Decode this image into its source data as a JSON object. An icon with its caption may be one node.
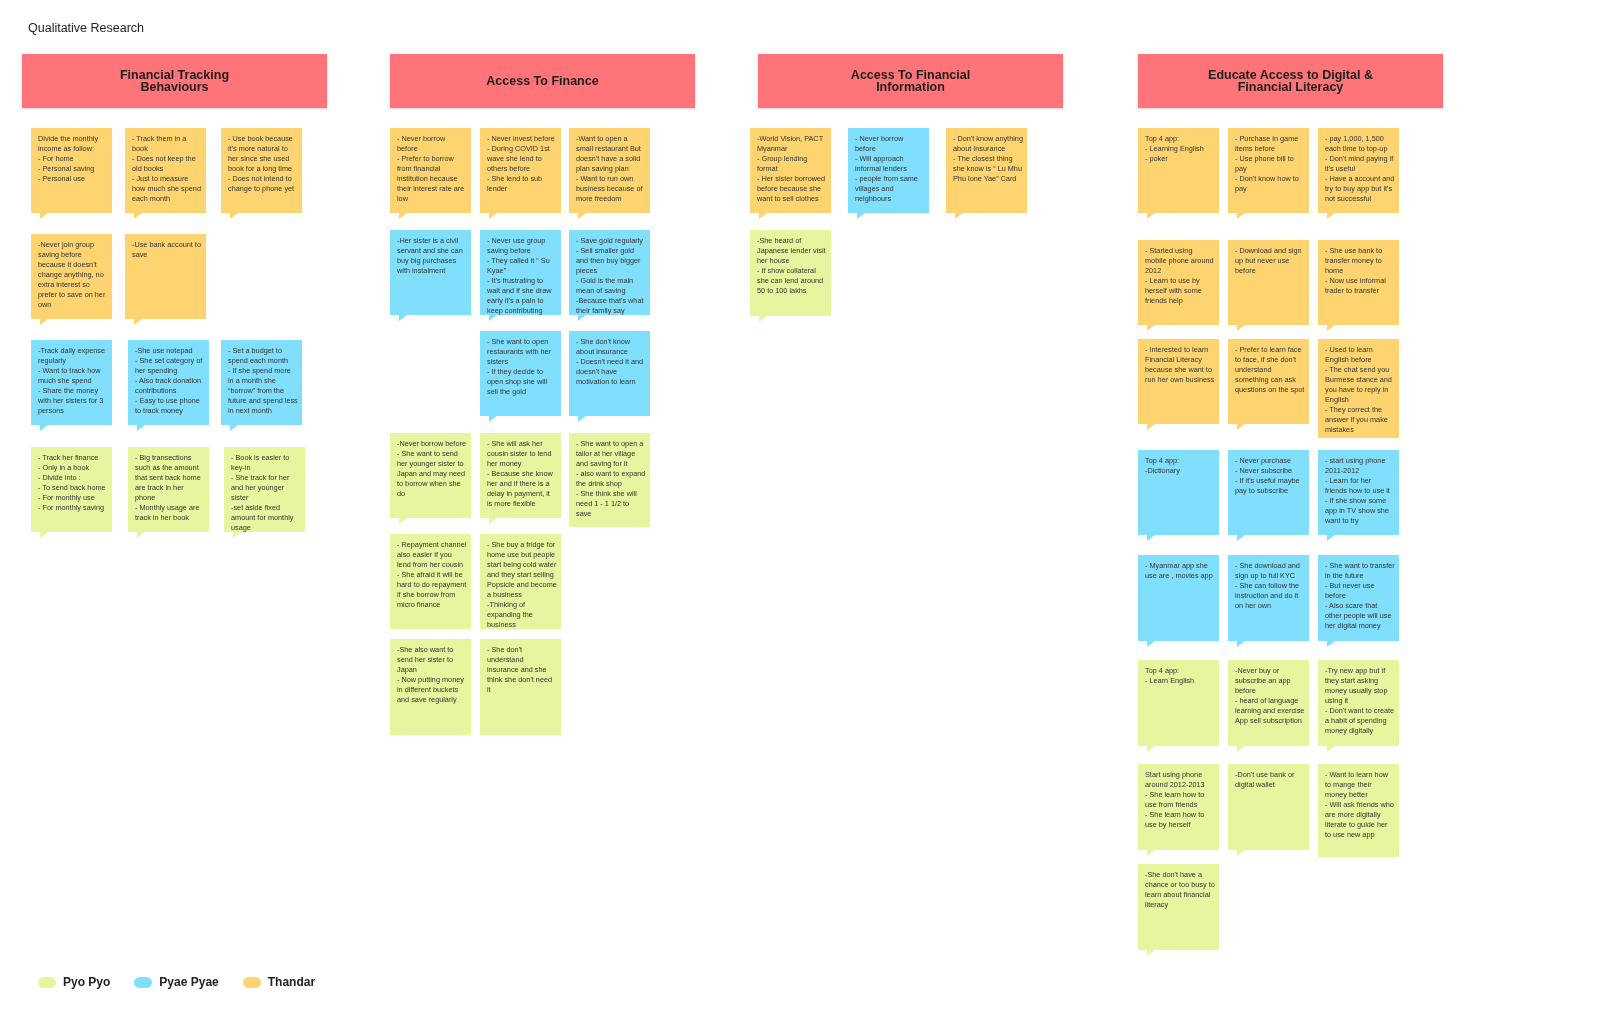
{
  "diagram": {
    "title": "Qualitative Research",
    "nodes": [
      {
        "text": [
          "Financial Tracking Behaviours"
        ]
      },
      {
        "text": [
          "Divide the monthly income as follow:",
          "- For home",
          "- Personal saving",
          "- Personal use"
        ]
      },
      {
        "text": [
          "- Track them in a book",
          "- Does not keep the old books",
          "- Just to measure how much she spend each month"
        ]
      },
      {
        "text": [
          "- Use book because it's more natural to her since she used book for a long time",
          "- Does not intend to change to phone yet"
        ]
      },
      {
        "text": [
          "-Never join group saving before because it doesn't change anything, no extra interest so prefer to save on her own"
        ]
      },
      {
        "text": [
          "-Use bank account to save"
        ]
      },
      {
        "text": [
          "-Track daily expense regularly",
          "- Want to track how much she spend",
          "- Share the money with her sisters for 3 persons"
        ]
      },
      {
        "text": [
          "-She use notepad",
          "- She set category of her spending",
          "- Also track donation contributions",
          "- Easy to use phone to track money"
        ]
      },
      {
        "text": [
          "- Set a budget to spend each month",
          "- If she spend more in a month she “borrow” from the future and spend less in next month"
        ]
      },
      {
        "text": [
          "- Track her finance",
          "- Only in a book",
          "- Divide into :",
          "- To send back home",
          "- For monthly use",
          "- For monthly saving"
        ]
      },
      {
        "text": [
          "- Big transections such as the amount that sent back home are track in her phone",
          "- Monthly usage are track in her book"
        ]
      },
      {
        "text": [
          "- Book is easier to key-in",
          "- She track for her and her younger sister",
          "-set aside fixed amount for monthly usage"
        ]
      },
      {
        "text": [
          "Access To Finance"
        ]
      },
      {
        "text": [
          "- Never borrow before",
          "- Prefer to borrow from financial institution because their interest rate are low"
        ]
      },
      {
        "text": [
          "- Never invest before",
          "- During COVID 1st wave she lend to others before",
          "- She lend to sub lender"
        ]
      },
      {
        "text": [
          "-Want to open a small restaurant But doesn't have a solid plan saving plan",
          "- Want to run own business because of more freedom"
        ]
      },
      {
        "text": [
          "-Her sister is a civil servant and she can buy big purchases with instalment"
        ]
      },
      {
        "text": [
          "- Never use group saving before",
          "- They called it “ Su Kyae”",
          "- It's frustrating to wait and if she draw early it's a pain to keep contributing"
        ]
      },
      {
        "text": [
          "- Save gold regularly",
          "- Sell smaller gold and then buy bigger pieces",
          "- Gold is the main mean of saving",
          "-Because that's what their family say"
        ]
      },
      {
        "text": [
          "- She want to open restaurants with her sisters",
          "- If they decide to open shop she will sell the gold"
        ]
      },
      {
        "text": [
          "- She don't know about insurance",
          "- Doesn't need it and doesn't have motivation to learn"
        ]
      },
      {
        "text": [
          "-Never borrow before",
          "- She want to send her younger sister to Japan and may need to borrow when she do"
        ]
      },
      {
        "text": [
          "- She will ask her cousin sister to lend her money",
          "- Because she know her and if there is a delay in payment, it is more flexible"
        ]
      },
      {
        "text": [
          "- She want to open a tailor at her village and saving for it",
          "- also want to expand the drink shop",
          "- She think she will need 1 - 1 1/2 to save"
        ]
      },
      {
        "text": [
          "- Repayment channel also easier if you lend from her cousin",
          "- She afraid it will be hard to do repayment if she borrow from micro finance"
        ]
      },
      {
        "text": [
          "- She buy a fridge for home use but people start being cold water and they start selling Popsicle and become a business",
          "-Thinking of expanding the business"
        ]
      },
      {
        "text": [
          "-She also want to send her sister to Japan",
          "- Now putting money in different buckets and save regularly"
        ]
      },
      {
        "text": [
          "- She don't understand insurance and she think she don't need it"
        ]
      },
      {
        "text": [
          "Access To Financial Information"
        ]
      },
      {
        "text": [
          "-World Vision, PACT Myanmar",
          "- Group lending format",
          "- Her sister borrowed before because she want to sell clothes"
        ]
      },
      {
        "text": [
          "- Never borrow before",
          "- Will approach informal lenders",
          "- people from same villages and neighbours"
        ]
      },
      {
        "text": [
          "- Don't know anything about Insurance",
          "- The closest thing she know is “ Lu Mhu Phu lone Yae” Card"
        ]
      },
      {
        "text": [
          "-She heard of Japanese lender visit her house",
          "- If show collateral she can lend around 50 to 100 lakhs"
        ]
      },
      {
        "text": [
          "Educate Access to Digital & Financial Literacy"
        ]
      },
      {
        "text": [
          "Top 4 app:",
          "- Learning English",
          "- poker"
        ]
      },
      {
        "text": [
          "- Purchase in game items before",
          "- Use phone bill to pay",
          "- Don't know how to pay"
        ]
      },
      {
        "text": [
          "- pay 1,000, 1,500 each time to top-up",
          "- Don't mind paying if it's useful",
          "- Have a account and try to buy app but it's not successful"
        ]
      },
      {
        "text": [
          "- Started using mobile phone around 2012",
          "- Learn to use by herself with some friends help"
        ]
      },
      {
        "text": [
          "- Download and sign up but never use before"
        ]
      },
      {
        "text": [
          "- She use bank to transfer money to home",
          "- Now use informal trader to transfer"
        ]
      },
      {
        "text": [
          "- Interested to learn Financial Literacy because she want to run her own business"
        ]
      },
      {
        "text": [
          "- Prefer to learn face to face, if she don't understand something can ask questions on the spot"
        ]
      },
      {
        "text": [
          "- Used to learn English before",
          "- The chat send you Burmese stance and you have to reply in English",
          "- They correct the answer if you make mistakes"
        ]
      },
      {
        "text": [
          "Top 4 app:",
          "-Dictionary"
        ]
      },
      {
        "text": [
          "- Never purchase",
          "- Never subscribe",
          "- If it's useful maybe pay to subscribe"
        ]
      },
      {
        "text": [
          "- start using phone 2011-2012",
          "- Learn for her friends how to use it",
          "- If she show some app in TV show she want to try"
        ]
      },
      {
        "text": [
          "- Myanmar app she use are , movies app"
        ]
      },
      {
        "text": [
          "- She download and sign up to full KYC",
          "- She can follow the instruction and do it on her own"
        ]
      },
      {
        "text": [
          "- She want to transfer in the future",
          "- But never use before",
          "- Also scare that other people will use her digital money"
        ]
      },
      {
        "text": [
          "Top 4 app:",
          "- Learn English"
        ]
      },
      {
        "text": [
          "-Never buy or subscribe an app before",
          "- heard of language learning and exercise App sell subscription"
        ]
      },
      {
        "text": [
          "-Try new app but if they start asking money usually stop using it",
          "- Don't want to create a habit of spending money digitally"
        ]
      },
      {
        "text": [
          "Start using phone around 2012-2013",
          "- She learn how to use from friends",
          "- She learn how to use by herself"
        ]
      },
      {
        "text": [
          "-Don't use bank or digital wallet"
        ]
      },
      {
        "text": [
          "- Want to learn how to mange their money better",
          "- Will ask friends who are more digitally literate to guide her to use new app"
        ]
      },
      {
        "text": [
          "-She don't have a chance or too busy to learn about financial literacy"
        ]
      }
    ],
    "legend": [
      {
        "text": "Pyo Pyo",
        "color": "#e6f59e"
      },
      {
        "text": "Pyae Pyae",
        "color": "#80dffc"
      },
      {
        "text": "Thandar",
        "color": "#fdd46f"
      }
    ]
  }
}
